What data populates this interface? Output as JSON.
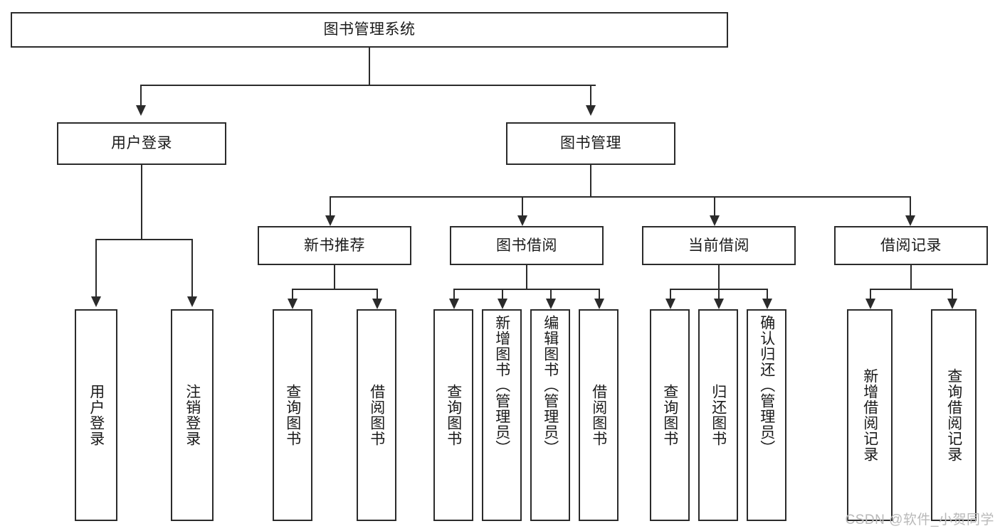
{
  "diagram": {
    "title": "图书管理系统",
    "type": "functional-structure-tree",
    "root": {
      "id": "root",
      "label": "图书管理系统"
    },
    "level2": [
      {
        "id": "user-login",
        "label": "用户登录"
      },
      {
        "id": "book-manage",
        "label": "图书管理"
      }
    ],
    "level3": [
      {
        "id": "new-book-rec",
        "label": "新书推荐",
        "parent": "book-manage"
      },
      {
        "id": "book-borrow",
        "label": "图书借阅",
        "parent": "book-manage"
      },
      {
        "id": "current-borrow",
        "label": "当前借阅",
        "parent": "book-manage"
      },
      {
        "id": "borrow-record",
        "label": "借阅记录",
        "parent": "book-manage"
      }
    ],
    "leaves": {
      "user-login": [
        {
          "id": "leaf-user-login",
          "label": "用户登录"
        },
        {
          "id": "leaf-logout",
          "label": "注销登录"
        }
      ],
      "new-book-rec": [
        {
          "id": "leaf-query-book-1",
          "label": "查询图书"
        },
        {
          "id": "leaf-borrow-book-1",
          "label": "借阅图书"
        }
      ],
      "book-borrow": [
        {
          "id": "leaf-query-book-2",
          "label": "查询图书"
        },
        {
          "id": "leaf-add-book",
          "label": "新增图书（管理员）"
        },
        {
          "id": "leaf-edit-book",
          "label": "编辑图书（管理员）"
        },
        {
          "id": "leaf-borrow-book-2",
          "label": "借阅图书"
        }
      ],
      "current-borrow": [
        {
          "id": "leaf-query-book-3",
          "label": "查询图书"
        },
        {
          "id": "leaf-return-book",
          "label": "归还图书"
        },
        {
          "id": "leaf-confirm-return",
          "label": "确认归还（管理员）"
        }
      ],
      "borrow-record": [
        {
          "id": "leaf-add-record",
          "label": "新增借阅记录"
        },
        {
          "id": "leaf-query-record",
          "label": "查询借阅记录"
        }
      ]
    }
  },
  "watermark": {
    "text": "CSDN @软件_小贺同学"
  },
  "colors": {
    "background": "#ffffff",
    "box_fill": "#ffffff",
    "box_border": "#2b2b2b",
    "connector": "#2b2b2b",
    "text": "#1a1a1a",
    "watermark": "#b9b9b9"
  }
}
